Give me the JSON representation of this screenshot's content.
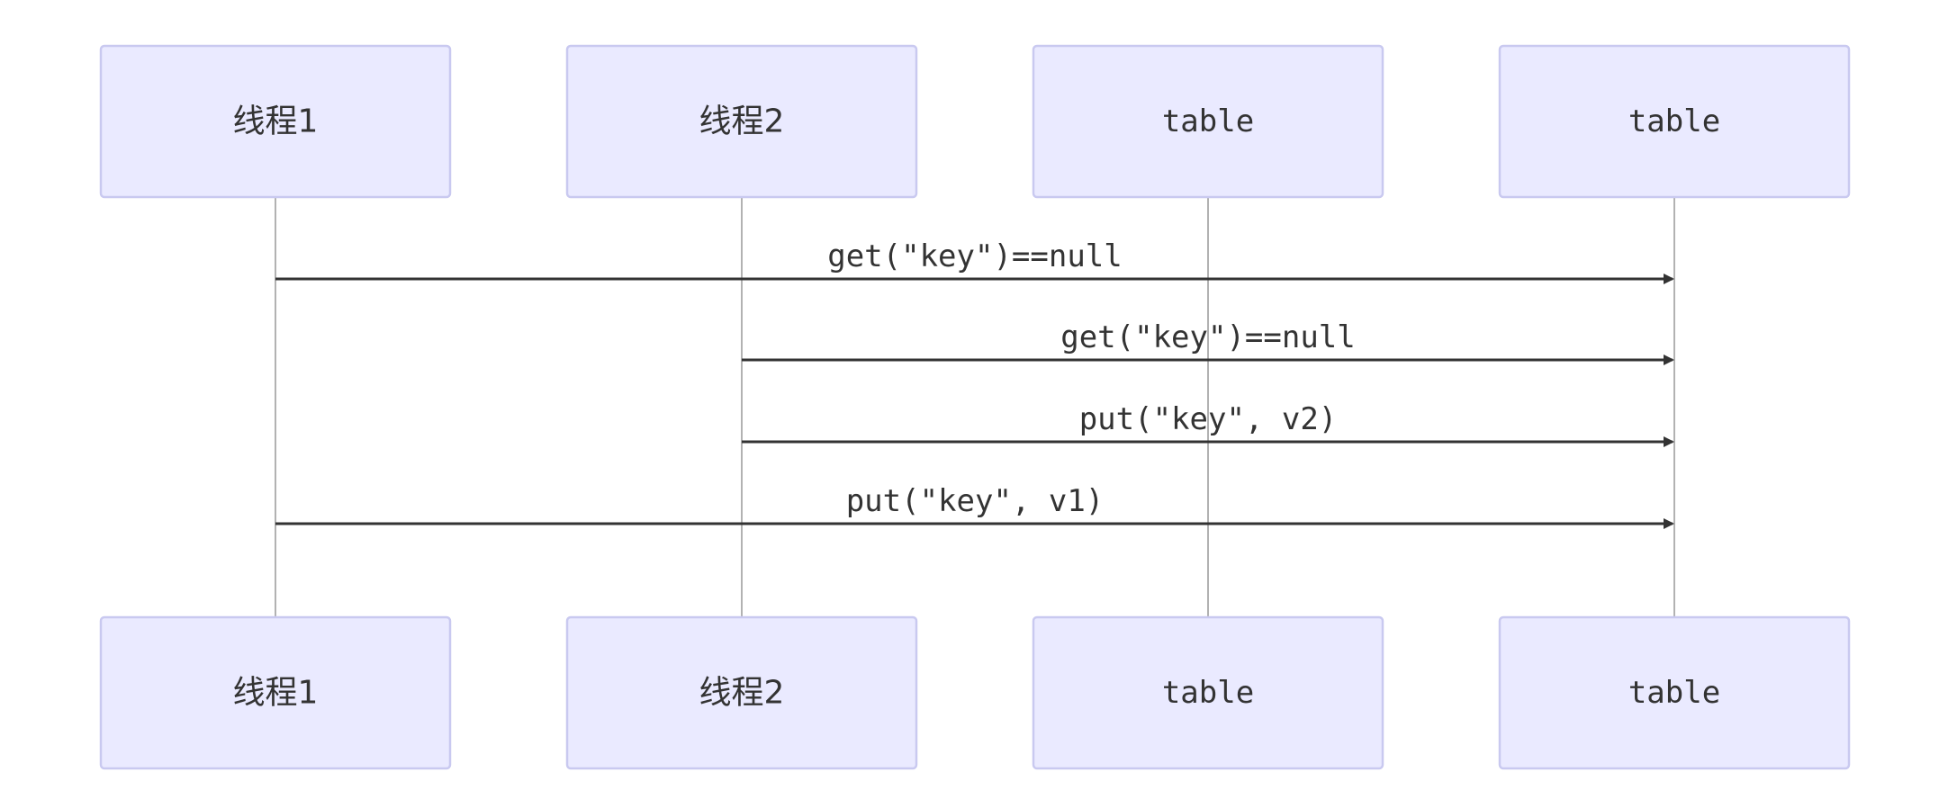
{
  "diagram": {
    "type": "sequence",
    "actors": [
      {
        "label": "线程1"
      },
      {
        "label": "线程2"
      },
      {
        "label": "table"
      },
      {
        "label": "table"
      }
    ],
    "messages": [
      {
        "from": 0,
        "to": 3,
        "label": "get(\"key\")==null"
      },
      {
        "from": 1,
        "to": 3,
        "label": "get(\"key\")==null"
      },
      {
        "from": 1,
        "to": 3,
        "label": "put(\"key\", v2)"
      },
      {
        "from": 0,
        "to": 3,
        "label": "put(\"key\", v1)"
      }
    ]
  }
}
